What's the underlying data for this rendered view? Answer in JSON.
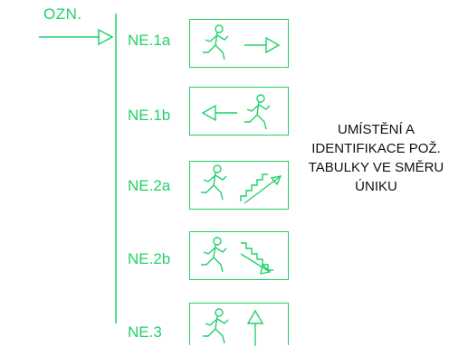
{
  "marker": {
    "label": "OZN."
  },
  "signs": [
    {
      "code": "NE.1a",
      "pictogram": "running-man-right-arrow"
    },
    {
      "code": "NE.1b",
      "pictogram": "left-arrow-running-man"
    },
    {
      "code": "NE.2a",
      "pictogram": "running-man-stairs-up"
    },
    {
      "code": "NE.2b",
      "pictogram": "running-man-stairs-down"
    },
    {
      "code": "NE.3",
      "pictogram": "running-man-up-arrow"
    }
  ],
  "caption": {
    "lines": [
      "UMÍSTĚNÍ A",
      "IDENTIFIKACE POŽ.",
      "TABULKY VE SMĚRU",
      "ÚNIKU"
    ]
  },
  "colors": {
    "line": "#21d16a",
    "text": "#111111"
  }
}
